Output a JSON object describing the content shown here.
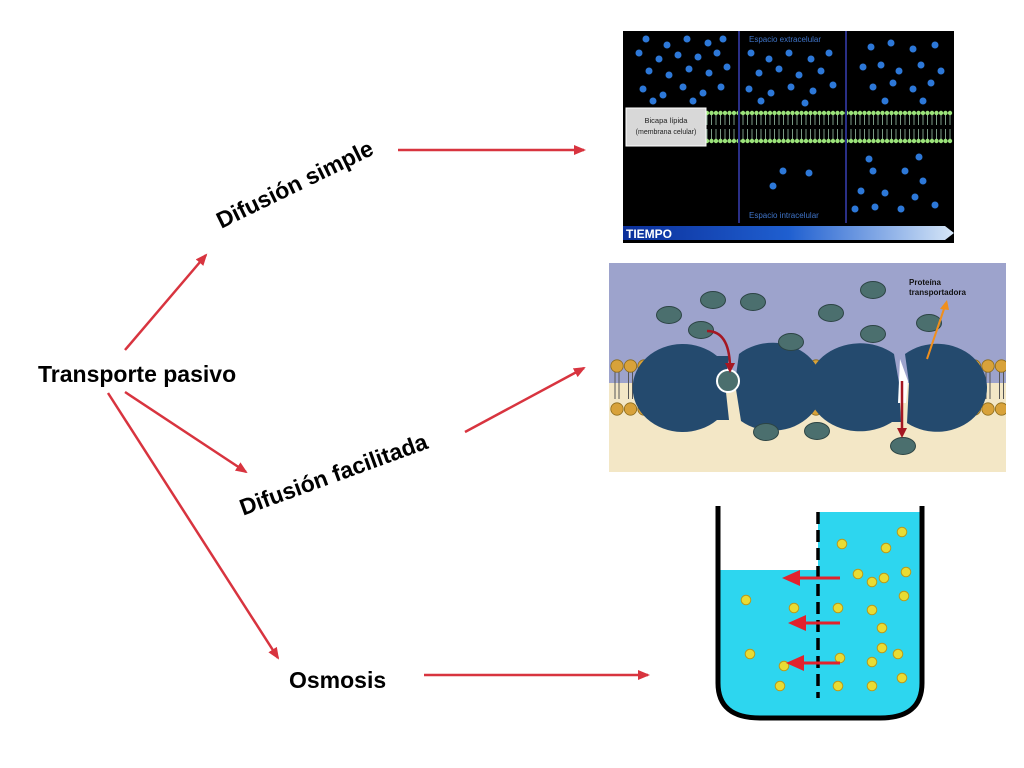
{
  "diagram": {
    "root_label": "Transporte pasivo",
    "branches": [
      {
        "id": "simple",
        "label": "Difusión simple"
      },
      {
        "id": "facilitada",
        "label": "Difusión facilitada"
      },
      {
        "id": "osmosis",
        "label": "Osmosis"
      }
    ]
  },
  "panel_simple": {
    "top_label": "Espacio extracelular",
    "bottom_label": "Espacio intracelular",
    "bilayer_label_1": "Bicapa lípida",
    "bilayer_label_2": "(membrana celular)",
    "time_label": "TIEMPO"
  },
  "panel_facilitada": {
    "protein_label_1": "Proteína",
    "protein_label_2": "transportadora"
  },
  "colors": {
    "arrow": "#d8343f",
    "extracellular_bg": "#9da3cc",
    "intracellular_bg": "#f3e7c6",
    "protein": "#244a6e",
    "molecule": "#4b6f6e",
    "water": "#2dd6ef",
    "solute": "#e5d23c"
  }
}
